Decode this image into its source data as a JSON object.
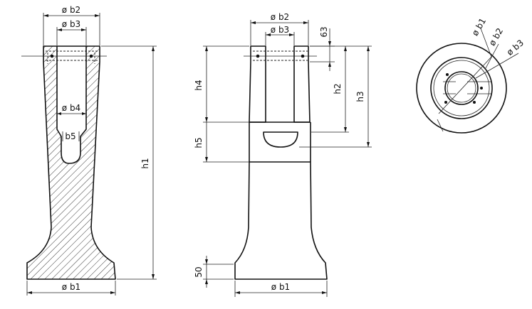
{
  "diagram": {
    "view1": {
      "labels": {
        "b2": "ø b2",
        "b3": "ø b3",
        "b4": "ø b4",
        "b5": "b5",
        "h1": "h1",
        "b1": "ø b1"
      }
    },
    "view2": {
      "labels": {
        "b2": "ø b2",
        "b3": "ø b3",
        "d63": "63",
        "h4": "h4",
        "h2": "h2",
        "h3": "h3",
        "h5": "h5",
        "d50": "50",
        "b1": "ø b1"
      }
    },
    "view3": {
      "labels": {
        "b1": "ø b1",
        "b2": "ø b2",
        "b3": "ø b3"
      }
    }
  }
}
